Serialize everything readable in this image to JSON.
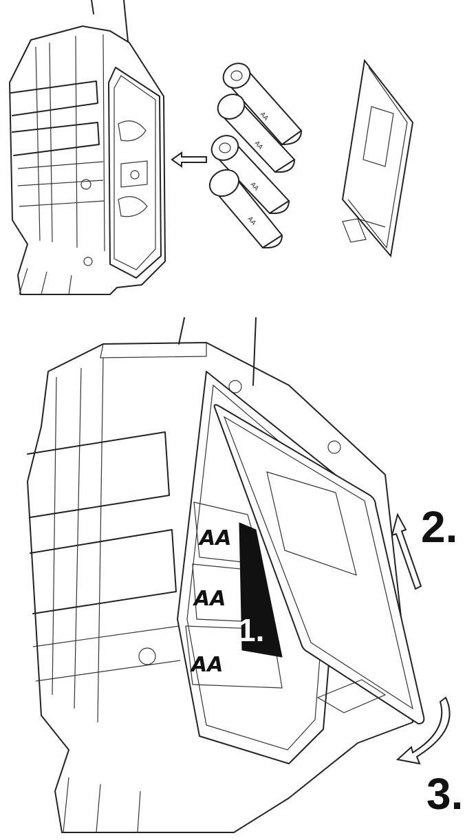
{
  "battery_labels": {
    "top": [
      "AA",
      "AA",
      "AA",
      "AA"
    ],
    "inserted": [
      "AA",
      "AA",
      "AA"
    ]
  },
  "steps": {
    "one": "1.",
    "two": "2.",
    "three": "3."
  },
  "icons": {
    "insert_arrow": "arrow-left-outline-icon",
    "lift_arrow": "arrow-up-outline-icon",
    "rotate_arrow": "curved-arrow-icon"
  }
}
